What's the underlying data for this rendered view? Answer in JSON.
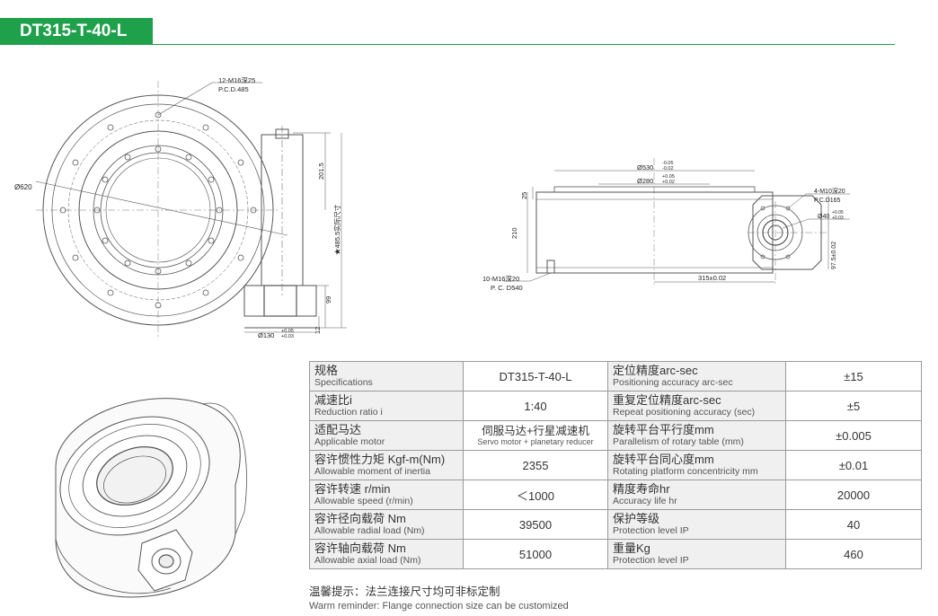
{
  "header": {
    "title": "DT315-T-40-L"
  },
  "drawing": {
    "front": {
      "hole_label": "12-M16深25",
      "pcd_label": "P.C.D.485",
      "dia_label": "Ø620",
      "height_label": "201.5",
      "total_label": "★485.5实际尺寸",
      "h99": "99",
      "h12": "12",
      "base_dia": "Ø130",
      "base_tol_upper": "+0.05",
      "base_tol_lower": "+0.03"
    },
    "side": {
      "top_dia": "Ø530",
      "top_tol_upper": "-0.05",
      "top_tol_lower": "-0.02",
      "inner_dia": "Ø280",
      "inner_tol_upper": "+0.05",
      "inner_tol_lower": "+0.02",
      "h25": "25",
      "h210": "210",
      "bottom_hole": "10-M16深20",
      "bottom_pcd": "P. C. D540",
      "center_dist": "315±0.02",
      "flange_holes": "4-M10深20",
      "flange_pcd": "P.C.D165",
      "flange_bore": "Ø40",
      "flange_bore_tol_upper": "+0.05",
      "flange_bore_tol_lower": "+0.03",
      "flange_h": "97.5±0.02"
    }
  },
  "specs": [
    {
      "k1_zh": "规格",
      "k1_en": "Specifications",
      "v1": "DT315-T-40-L",
      "k2_zh": "定位精度arc-sec",
      "k2_en": "Positioning accuracy arc-sec",
      "v2": "±15"
    },
    {
      "k1_zh": "减速比i",
      "k1_en": "Reduction ratio i",
      "v1": "1:40",
      "k2_zh": "重复定位精度arc-sec",
      "k2_en": "Repeat positioning accuracy (sec)",
      "v2": "±5"
    },
    {
      "k1_zh": "适配马达",
      "k1_en": "Applicable motor",
      "v1_zh": "伺服马达+行星减速机",
      "v1_en": "Servo motor + planetary reducer",
      "k2_zh": "旋转平台平行度mm",
      "k2_en": "Parallelism of rotary table (mm)",
      "v2": "±0.005"
    },
    {
      "k1_zh": "容许惯性力矩 Kgf-m(Nm)",
      "k1_en": "Allowable moment of inertia",
      "v1": "2355",
      "k2_zh": "旋转平台同心度mm",
      "k2_en": "Rotating platform concentricity mm",
      "v2": "±0.01"
    },
    {
      "k1_zh": "容许转速 r/min",
      "k1_en": "Allowable speed (r/min)",
      "v1": "＜1000",
      "k2_zh": "精度寿命hr",
      "k2_en": "Accuracy life hr",
      "v2": "20000"
    },
    {
      "k1_zh": "容许径向载荷 Nm",
      "k1_en": "Allowable radial load (Nm)",
      "v1": "39500",
      "k2_zh": "保护等级",
      "k2_en": "Protection level IP",
      "v2": "40"
    },
    {
      "k1_zh": "容许轴向载荷 Nm",
      "k1_en": "Allowable axial load (Nm)",
      "v1": "51000",
      "k2_zh": "重量Kg",
      "k2_en": "Protection level IP",
      "v2": "460"
    }
  ],
  "note": {
    "zh": "温馨提示：法兰连接尺寸均可非标定制",
    "en": "Warm reminder: Flange connection size can be customized"
  }
}
